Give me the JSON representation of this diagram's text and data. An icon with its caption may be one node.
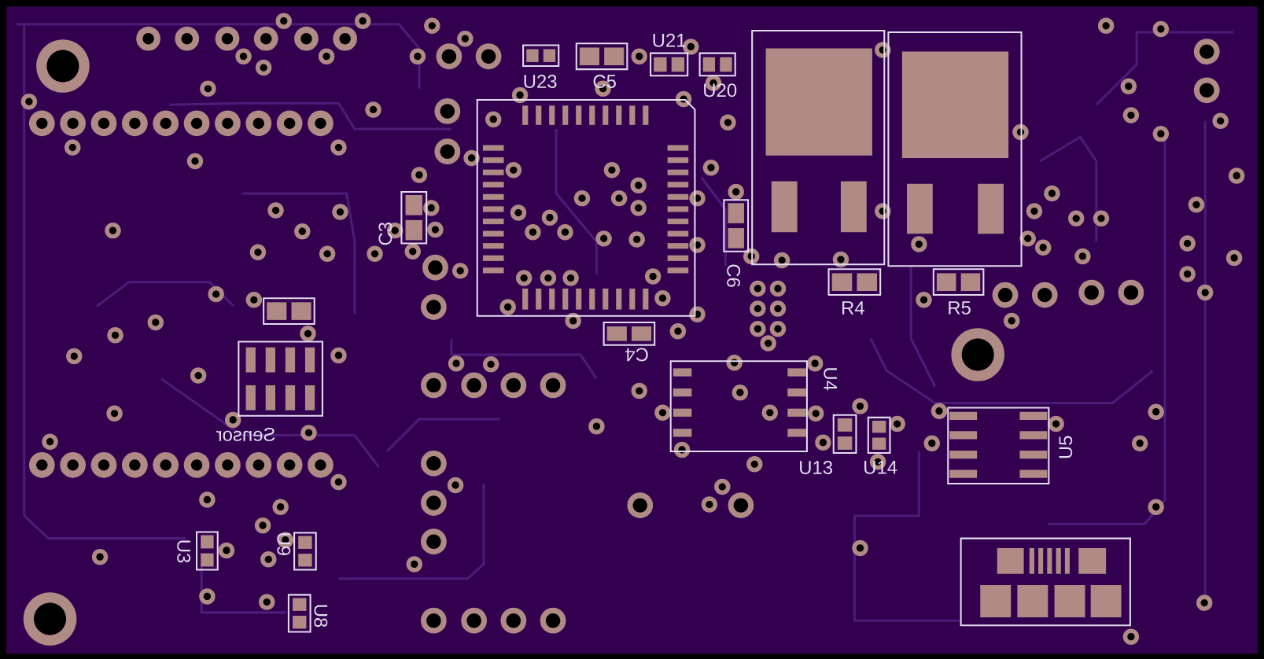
{
  "diagram": {
    "labels": [
      "U21",
      "U23",
      "C5",
      "U20",
      "C3",
      "C6",
      "R4",
      "R5",
      "C4",
      "U4",
      "Sensor",
      "U13",
      "U14",
      "U5",
      "U3",
      "U9",
      "U8"
    ]
  }
}
